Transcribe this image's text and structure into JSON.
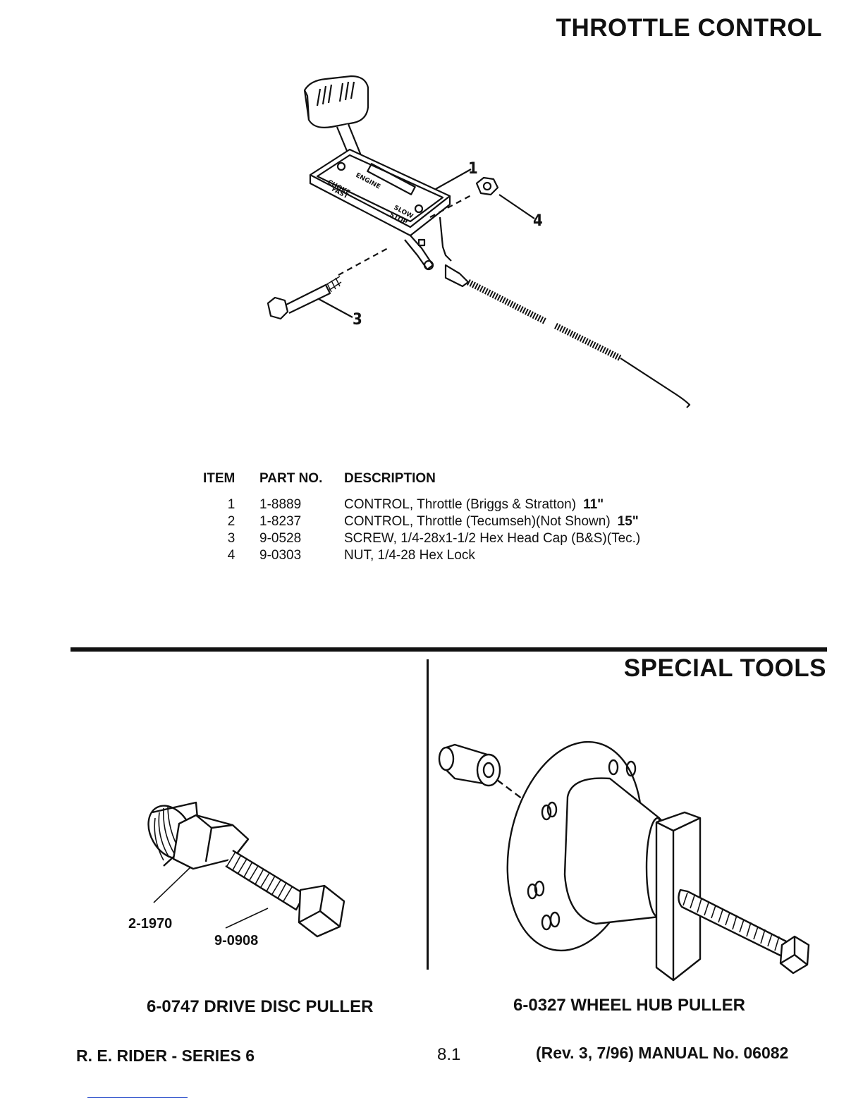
{
  "throttle": {
    "title": "THROTTLE CONTROL",
    "callouts": [
      "1",
      "3",
      "4"
    ],
    "plate_labels": {
      "choke": "CHOKE",
      "fast": "FAST",
      "engine": "ENGINE",
      "slow": "SLOW",
      "stop": "STOP"
    }
  },
  "parts_table": {
    "headers": {
      "item": "ITEM",
      "part_no": "PART NO.",
      "description": "DESCRIPTION"
    },
    "rows": [
      {
        "item": "1",
        "part_no": "1-8889",
        "description": "CONTROL, Throttle (Briggs & Stratton)",
        "size": "11\""
      },
      {
        "item": "2",
        "part_no": "1-8237",
        "description": "CONTROL, Throttle (Tecumseh)(Not Shown)",
        "size": "15\""
      },
      {
        "item": "3",
        "part_no": "9-0528",
        "description": "SCREW, 1/4-28x1-1/2 Hex Head Cap (B&S)(Tec.)",
        "size": ""
      },
      {
        "item": "4",
        "part_no": "9-0303",
        "description": "NUT, 1/4-28 Hex Lock",
        "size": ""
      }
    ]
  },
  "special_tools": {
    "title": "SPECIAL TOOLS",
    "drive_disc": {
      "callout_body": "2-1970",
      "callout_screw": "9-0908",
      "caption": "6-0747 DRIVE DISC PULLER"
    },
    "wheel_hub": {
      "caption": "6-0327 WHEEL HUB PULLER"
    }
  },
  "footer": {
    "left": "R. E. RIDER - SERIES 6",
    "center": "8.1",
    "right": "(Rev. 3, 7/96) MANUAL No. 06082"
  }
}
